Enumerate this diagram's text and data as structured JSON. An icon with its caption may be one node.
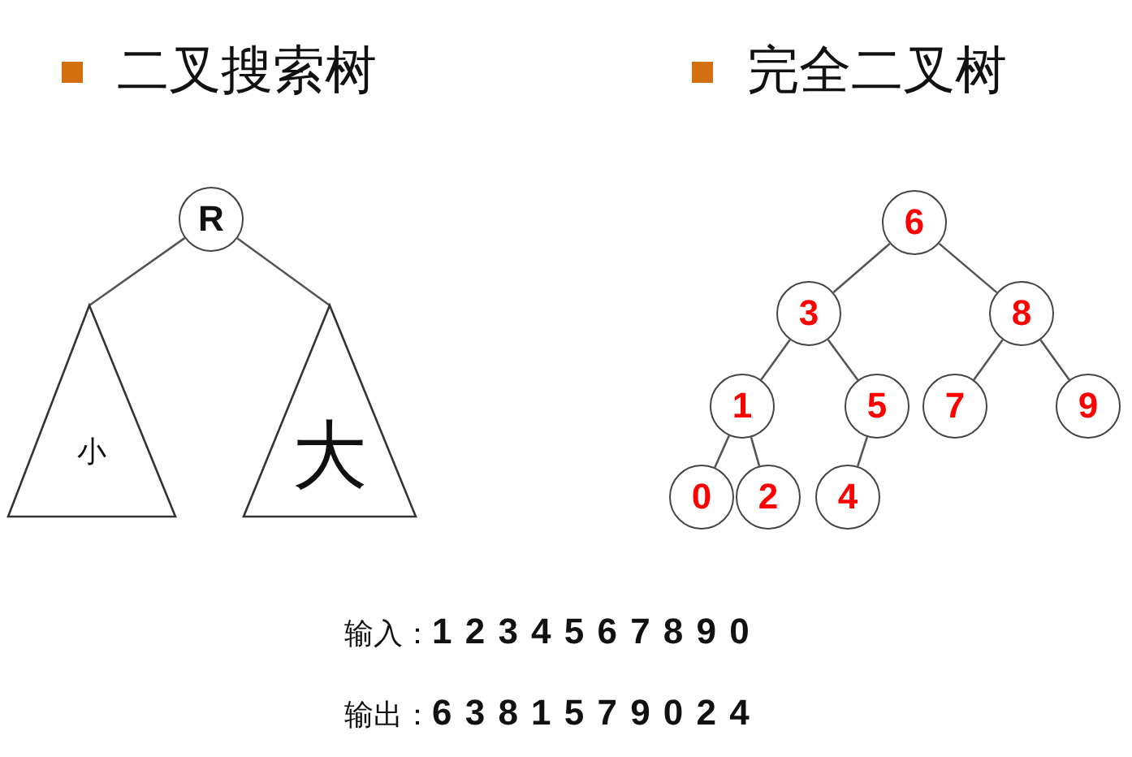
{
  "diagram": {
    "nodes": [
      {
        "text": [
          "R"
        ]
      },
      {
        "text": [
          "小"
        ]
      },
      {
        "text": [
          "大"
        ]
      },
      {
        "text": [
          "6"
        ]
      },
      {
        "text": [
          "3"
        ]
      },
      {
        "text": [
          "8"
        ]
      },
      {
        "text": [
          "1"
        ]
      },
      {
        "text": [
          "5"
        ]
      },
      {
        "text": [
          "7"
        ]
      },
      {
        "text": [
          "9"
        ]
      },
      {
        "text": [
          "0"
        ]
      },
      {
        "text": [
          "2"
        ]
      },
      {
        "text": [
          "4"
        ]
      }
    ],
    "edges": [
      {
        "from": 0,
        "to": 1,
        "arrow": "none"
      },
      {
        "from": 0,
        "to": 2,
        "arrow": "none"
      },
      {
        "from": 3,
        "to": 4,
        "arrow": "none"
      },
      {
        "from": 3,
        "to": 5,
        "arrow": "none"
      },
      {
        "from": 4,
        "to": 6,
        "arrow": "none"
      },
      {
        "from": 4,
        "to": 7,
        "arrow": "none"
      },
      {
        "from": 5,
        "to": 8,
        "arrow": "none"
      },
      {
        "from": 5,
        "to": 9,
        "arrow": "none"
      },
      {
        "from": 6,
        "to": 10,
        "arrow": "none"
      },
      {
        "from": 6,
        "to": 11,
        "arrow": "none"
      },
      {
        "from": 7,
        "to": 12,
        "arrow": "none"
      }
    ],
    "labels": [
      "二叉搜索树",
      "完全二叉树",
      "输入：**1 2 3 4 5 6 7 8 9 0**",
      "输出：**6 3 8 1 5 7 9 0 2 4**"
    ]
  }
}
